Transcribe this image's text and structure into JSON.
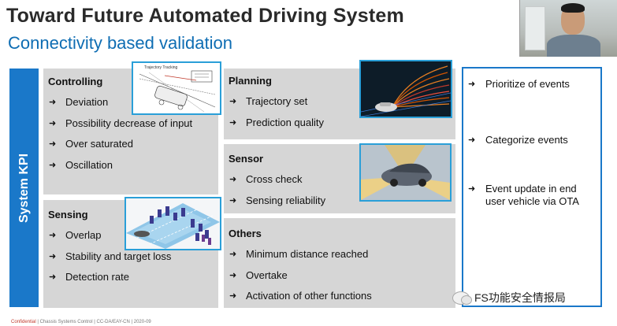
{
  "title": "Toward Future Automated Driving System",
  "subtitle": "Connectivity based validation",
  "kpi_label": "System KPI",
  "controlling": {
    "title": "Controlling",
    "items": [
      "Deviation",
      "Possibility decrease of input",
      "Over saturated",
      "Oscillation"
    ],
    "figure_label": "Trajectory Tracking"
  },
  "sensing": {
    "title": "Sensing",
    "items": [
      "Overlap",
      "Stability and target loss",
      "Detection rate"
    ]
  },
  "planning": {
    "title": "Planning",
    "items": [
      "Trajectory set",
      "Prediction quality"
    ]
  },
  "sensor": {
    "title": "Sensor",
    "items": [
      "Cross check",
      "Sensing reliability"
    ]
  },
  "others": {
    "title": "Others",
    "items": [
      "Minimum distance reached",
      "Overtake",
      "Activation of other functions"
    ]
  },
  "actions": [
    "Prioritize of events",
    "Categorize events",
    "Event update in end user vehicle via OTA"
  ],
  "watermark": "FS功能安全情报局",
  "footer": {
    "confidential": "Confidential",
    "text": "| Chassis Systems Control | CC-DA/EAY-CN | 2020-09"
  },
  "colors": {
    "accent": "#1a78c9",
    "subtitle": "#0e6db3",
    "panel": "#d6d6d6",
    "figure_border": "#2a9fd8"
  },
  "icons": {
    "bullet": "arrow-right-icon",
    "watermark": "wechat-icon"
  }
}
